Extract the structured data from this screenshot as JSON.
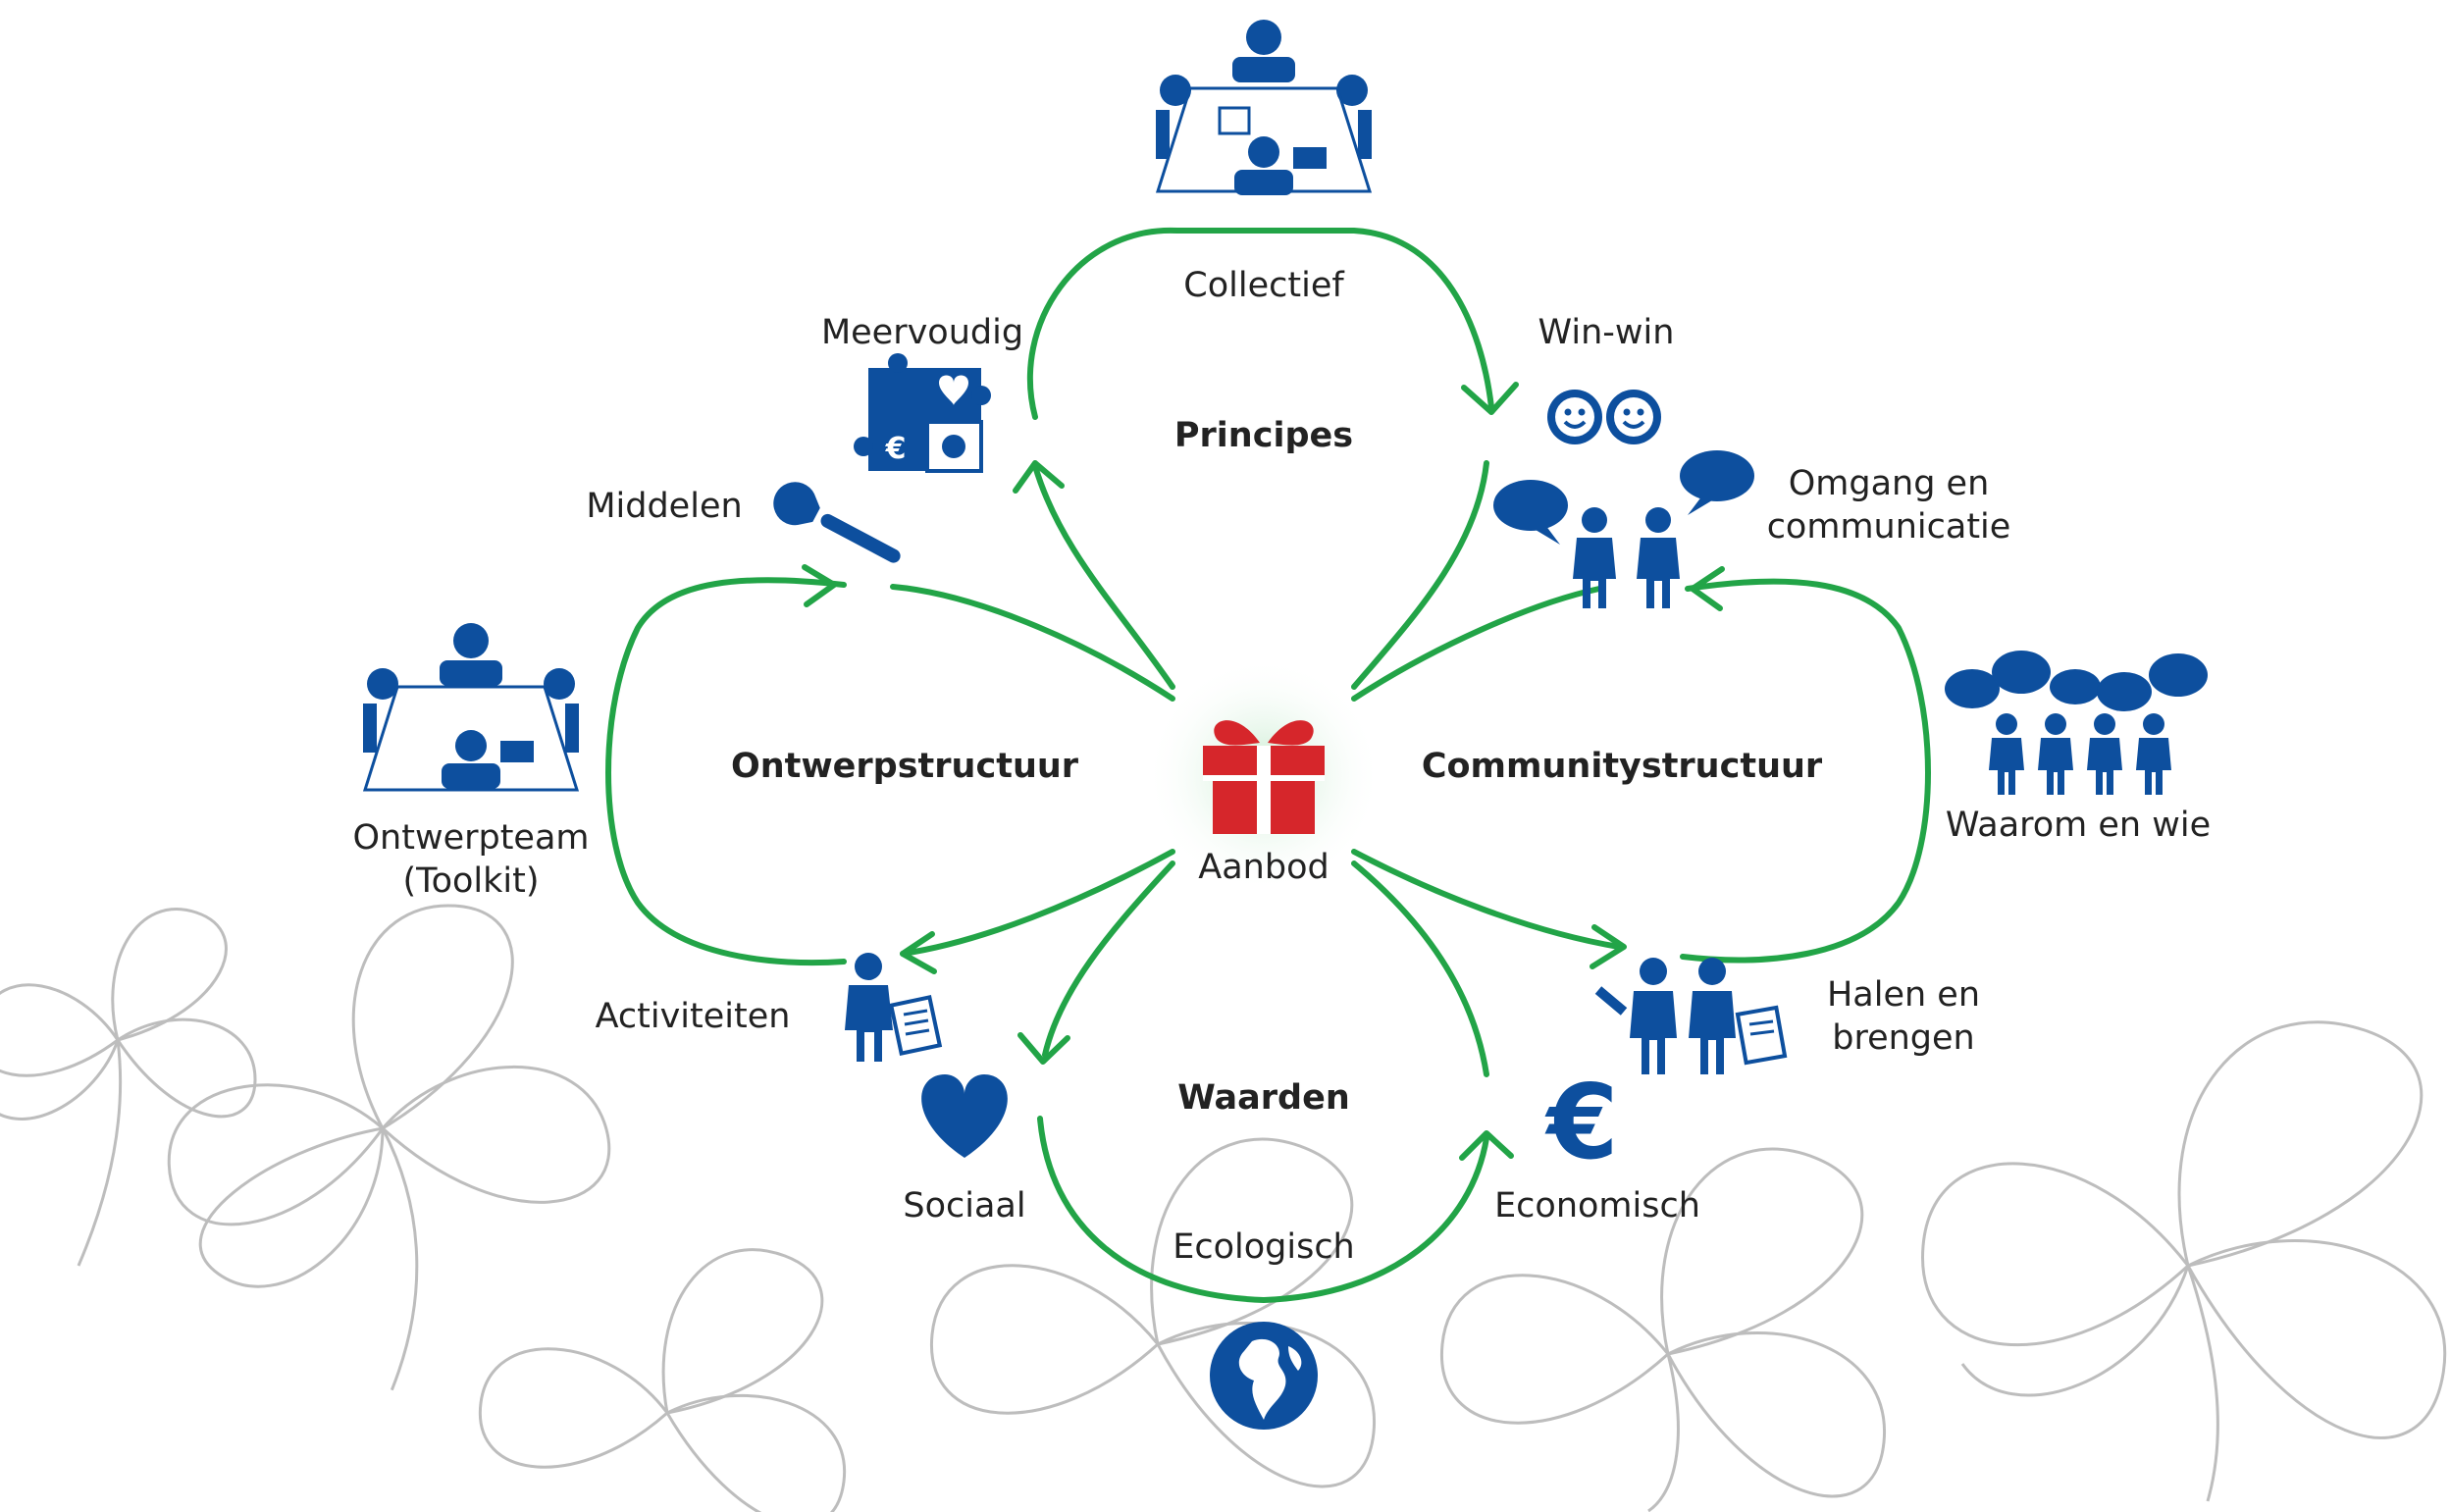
{
  "colors": {
    "arrow": "#22a447",
    "icon": "#0d4f9e",
    "gift": "#d6262b",
    "text": "#222222",
    "clover": "#bdbdbd"
  },
  "center": {
    "label": "Aanbod",
    "icon": "gift-icon"
  },
  "quadrants": {
    "top": "Principes",
    "left": "Ontwerpstructuur",
    "right": "Communitystructuur",
    "bottom": "Waarden"
  },
  "nodes": {
    "collectief": "Collectief",
    "meervoudig": "Meervoudig",
    "win_win": "Win-win",
    "middelen": "Middelen",
    "omgang_1": "Omgang en",
    "omgang_2": "communicatie",
    "ontwerpteam_1": "Ontwerpteam",
    "ontwerpteam_2": "(Toolkit)",
    "waarom": "Waarom en wie",
    "activiteiten": "Activiteiten",
    "halen_1": "Halen en",
    "halen_2": "brengen",
    "sociaal": "Sociaal",
    "economisch": "Economisch",
    "ecologisch": "Ecologisch"
  },
  "icons": {
    "euro_symbol": "€"
  }
}
